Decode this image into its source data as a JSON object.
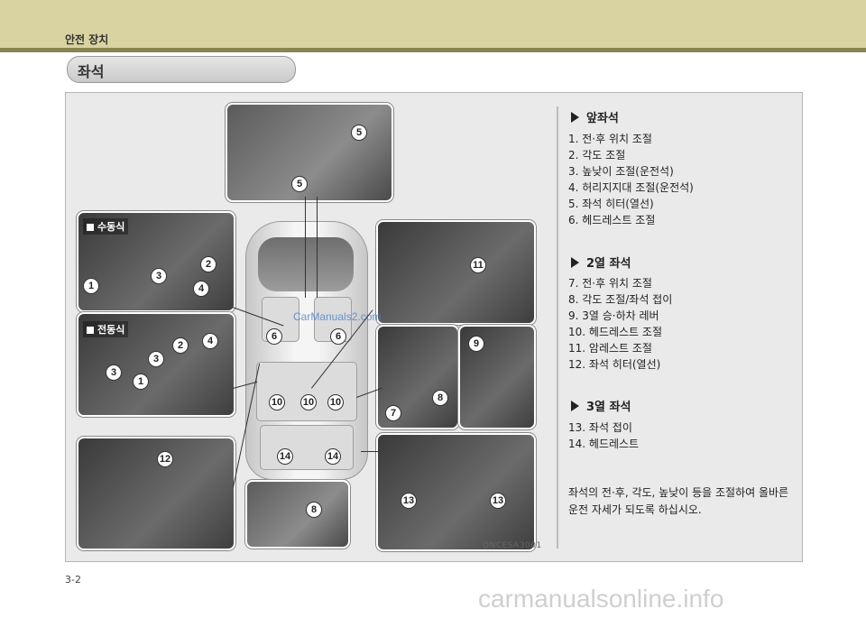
{
  "header": {
    "title": "안전 장치"
  },
  "section": {
    "title": "좌석"
  },
  "figure": {
    "code": "ONCESA3001",
    "watermark": "CarManuals2.com",
    "manual_label": "수동식",
    "power_label": "전동식",
    "callouts": [
      "1",
      "2",
      "3",
      "4",
      "5",
      "6",
      "7",
      "8",
      "9",
      "10",
      "11",
      "12",
      "13",
      "14"
    ]
  },
  "front_seat": {
    "heading": "앞좌석",
    "items": [
      "1.  전·후 위치 조절",
      "2.  각도 조절",
      "3.  높낮이 조절(운전석)",
      "4.  허리지지대 조절(운전석)",
      "5.  좌석 히터(열선)",
      "6.  헤드레스트 조절"
    ]
  },
  "second_row": {
    "heading": "2열 좌석",
    "items": [
      "7.  전·후 위치 조절",
      "8.  각도 조절/좌석 접이",
      "9.  3열 승·하차 레버",
      "10. 헤드레스트 조절",
      "11.  암레스트 조절",
      "12.  좌석 히터(열선)"
    ]
  },
  "third_row": {
    "heading": "3열 좌석",
    "items": [
      "13.  좌석 접이",
      "14.  헤드레스트"
    ]
  },
  "note": "좌석의 전·후, 각도, 높낮이 등을 조절하여 올바른 운전 자세가 되도록 하십시오.",
  "footer": {
    "page": "3-2",
    "watermark": "carmanualsonline.info"
  }
}
